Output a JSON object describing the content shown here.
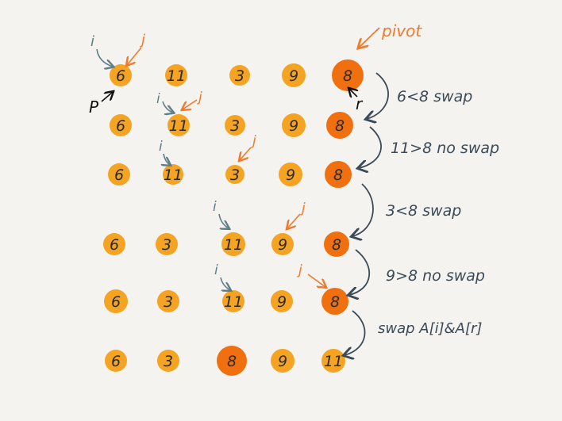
{
  "colors": {
    "background": "#f5f3ef",
    "element": "#f4a422",
    "pivot": "#f0700f",
    "pointer_i": "#5f7f88",
    "pointer_j": "#f07a2a",
    "ink": "#3b4a56",
    "black": "#111111"
  },
  "labels": {
    "pivot": "pivot",
    "i": "i",
    "j": "j",
    "p": "P",
    "r": "r"
  },
  "rows": [
    {
      "values": [
        "6",
        "11",
        "3",
        "9",
        "8"
      ],
      "pivot_index": 4
    },
    {
      "values": [
        "6",
        "11",
        "3",
        "9",
        "8"
      ],
      "pivot_index": 4
    },
    {
      "values": [
        "6",
        "11",
        "3",
        "9",
        "8"
      ],
      "pivot_index": 4
    },
    {
      "values": [
        "6",
        "3",
        "11",
        "9",
        "8"
      ],
      "pivot_index": 4
    },
    {
      "values": [
        "6",
        "3",
        "11",
        "9",
        "8"
      ],
      "pivot_index": 4
    },
    {
      "values": [
        "6",
        "3",
        "8",
        "9",
        "11"
      ],
      "pivot_index": 2
    }
  ],
  "steps": [
    {
      "text": "6<8  swap"
    },
    {
      "text": "11>8  no swap"
    },
    {
      "text": "3<8  swap"
    },
    {
      "text": "9>8  no swap"
    },
    {
      "text": "swap A[i]&A[r]"
    }
  ]
}
